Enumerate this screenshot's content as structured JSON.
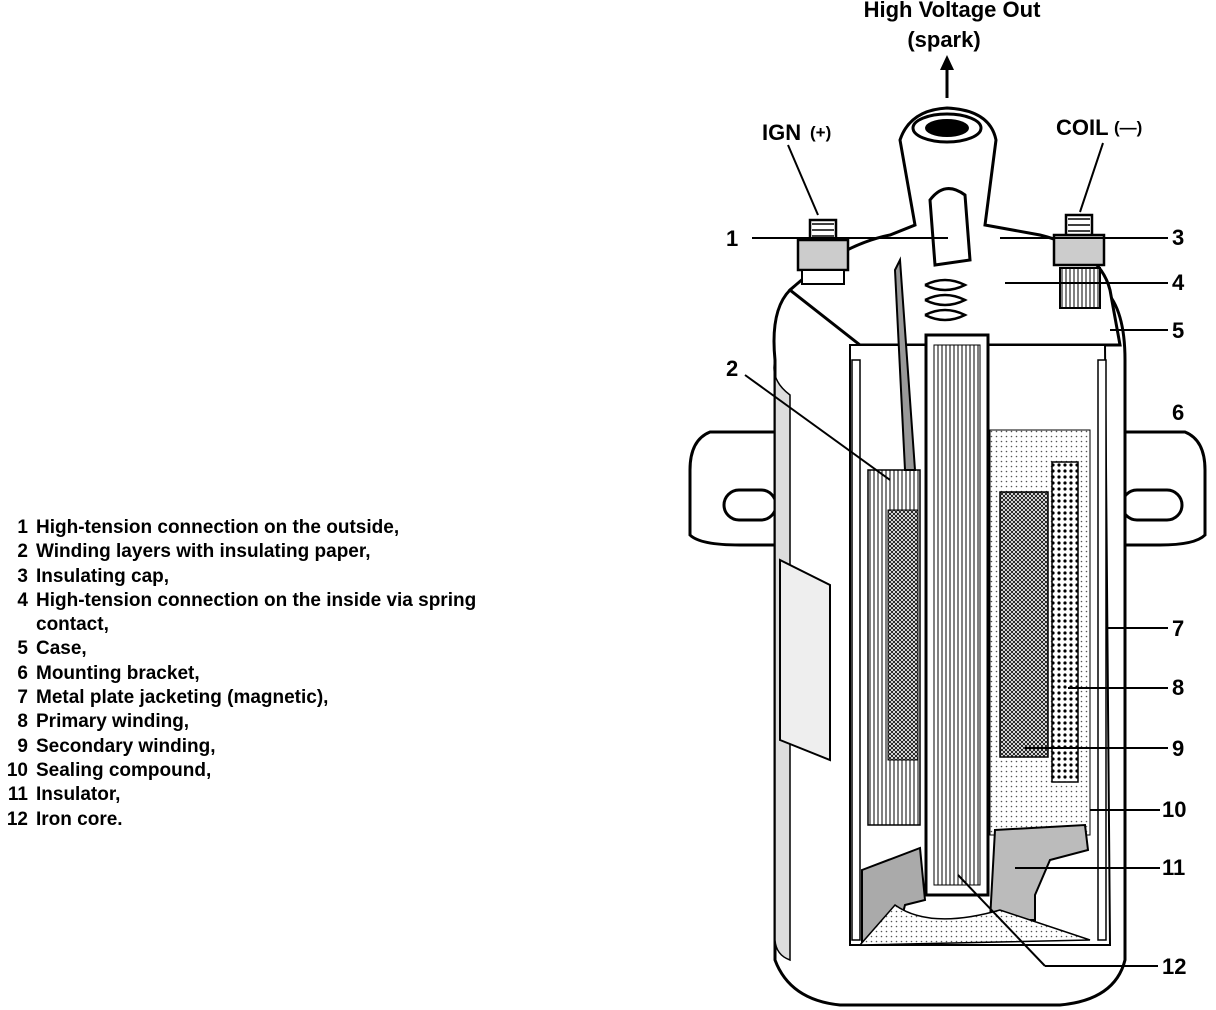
{
  "header": {
    "output_line1": "High Voltage Out",
    "output_line2": "(spark)"
  },
  "terminals": {
    "ign": "IGN",
    "ign_sign": "(+)",
    "coil": "COIL",
    "coil_sign": "(—)"
  },
  "callouts": [
    "1",
    "2",
    "3",
    "4",
    "5",
    "6",
    "7",
    "8",
    "9",
    "10",
    "11",
    "12"
  ],
  "legend": [
    {
      "num": "1",
      "text": "High-tension connection on the outside,"
    },
    {
      "num": "2",
      "text": "Winding layers with insulating paper,"
    },
    {
      "num": "3",
      "text": "Insulating cap,"
    },
    {
      "num": "4",
      "text": "High-tension connection on the inside via spring\ncontact,"
    },
    {
      "num": "5",
      "text": "Case,"
    },
    {
      "num": "6",
      "text": "Mounting bracket,"
    },
    {
      "num": "7",
      "text": "Metal plate jacketing (magnetic),"
    },
    {
      "num": "8",
      "text": "Primary winding,"
    },
    {
      "num": "9",
      "text": "Secondary winding,"
    },
    {
      "num": "10",
      "text": "Sealing compound,"
    },
    {
      "num": "11",
      "text": "Insulator,"
    },
    {
      "num": "12",
      "text": "Iron core."
    }
  ]
}
